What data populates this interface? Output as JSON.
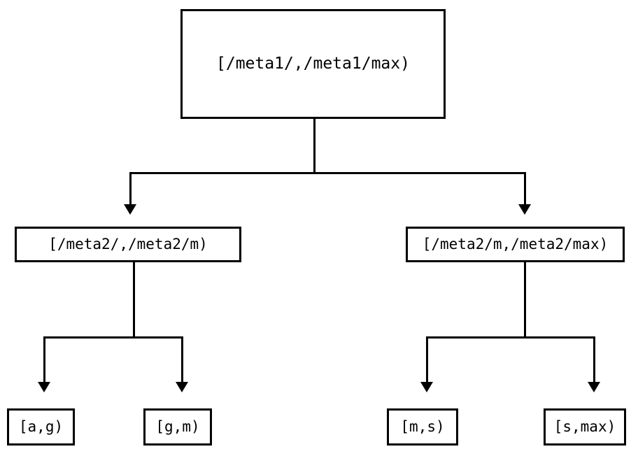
{
  "diagram": {
    "type": "tree",
    "title": "",
    "orientation": "top-down",
    "background_color": "#ffffff",
    "line_color": "#000000",
    "text_color": "#000000",
    "levels": 3,
    "nodes": {
      "root": {
        "label": "[/meta1/,/meta1/max)",
        "level": 1
      },
      "mid_left": {
        "label": "[/meta2/,/meta2/m)",
        "level": 2
      },
      "mid_right": {
        "label": "[/meta2/m,/meta2/max)",
        "level": 2
      },
      "leaf_1": {
        "label": "[a,g)",
        "level": 3
      },
      "leaf_2": {
        "label": "[g,m)",
        "level": 3
      },
      "leaf_3": {
        "label": "[m,s)",
        "level": 3
      },
      "leaf_4": {
        "label": "[s,max)",
        "level": 3
      }
    },
    "edges": [
      {
        "from": "root",
        "to": "mid_left",
        "arrow": "down-triangle"
      },
      {
        "from": "root",
        "to": "mid_right",
        "arrow": "down-triangle"
      },
      {
        "from": "mid_left",
        "to": "leaf_1",
        "arrow": "down-triangle"
      },
      {
        "from": "mid_left",
        "to": "leaf_2",
        "arrow": "down-triangle"
      },
      {
        "from": "mid_right",
        "to": "leaf_3",
        "arrow": "down-triangle"
      },
      {
        "from": "mid_right",
        "to": "leaf_4",
        "arrow": "down-triangle"
      }
    ]
  }
}
